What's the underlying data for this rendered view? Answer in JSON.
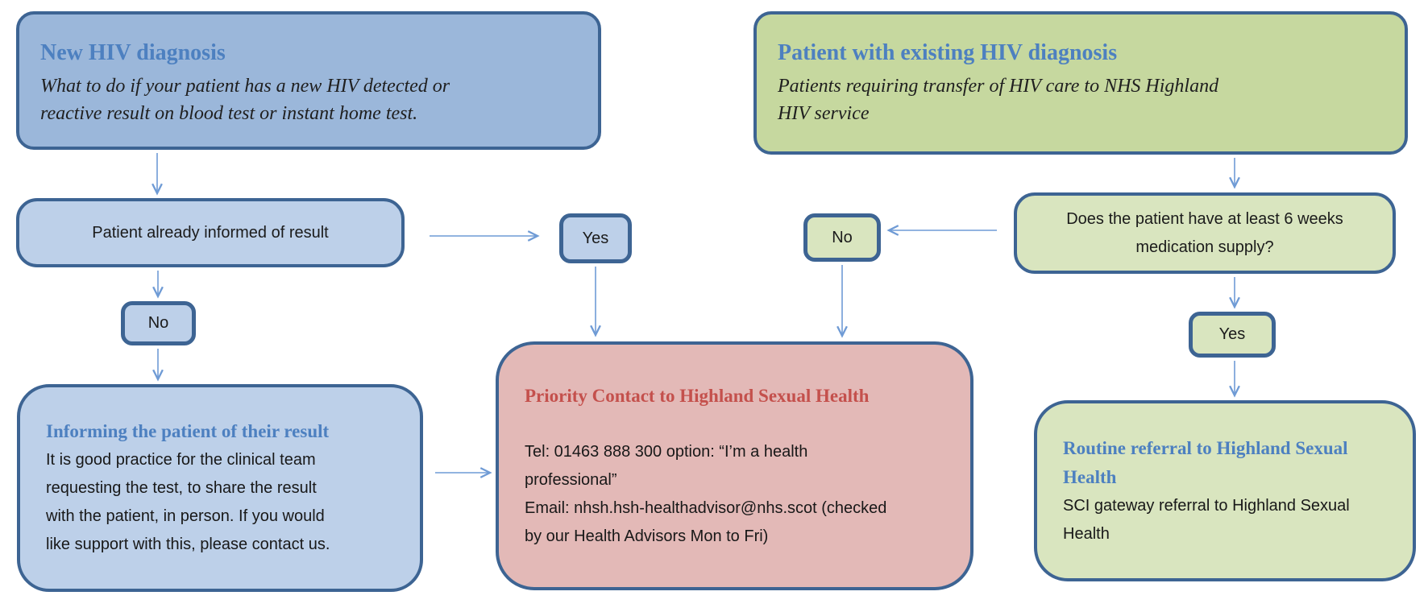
{
  "palette": {
    "header_blue_fill": "#9bb7da",
    "light_blue_fill": "#bdd0e9",
    "header_green_fill": "#c6d89f",
    "light_green_fill": "#d9e5bf",
    "red_fill": "#e3b9b7",
    "border_blue": "#3d6493",
    "arrow_blue": "#6f9bd5",
    "heading_blue_text": "#4d80c0",
    "heading_red_text": "#c4504c"
  },
  "flowchart": {
    "new_diagnosis": {
      "title": "New HIV diagnosis",
      "subtitle": "What to do if your patient has a new HIV detected or\nreactive result on blood test or instant home test."
    },
    "existing_diagnosis": {
      "title": "Patient with existing HIV diagnosis",
      "subtitle": "Patients requiring transfer of HIV care to NHS Highland\nHIV service"
    },
    "informed_check": {
      "label": "Patient already informed of result"
    },
    "informed_yes": {
      "label": "Yes"
    },
    "informed_no": {
      "label": "No"
    },
    "medication_check": {
      "label": "Does the patient have at least 6 weeks\nmedication supply?"
    },
    "medication_no": {
      "label": "No"
    },
    "medication_yes": {
      "label": "Yes"
    },
    "informing_patient": {
      "title": "Informing the patient of their result",
      "body": "It is good practice for the clinical team\nrequesting the test, to share the result\nwith the patient, in person. If you would\nlike support with this, please contact us."
    },
    "priority_contact": {
      "title": "Priority Contact to Highland Sexual Health",
      "body": "Tel: 01463 888 300 option: “I’m a health\nprofessional”\nEmail: nhsh.hsh-healthadvisor@nhs.scot (checked\nby our Health Advisors Mon to Fri)"
    },
    "routine_referral": {
      "title": "Routine referral to Highland Sexual\nHealth",
      "body": "SCI gateway referral to Highland Sexual\nHealth"
    }
  }
}
